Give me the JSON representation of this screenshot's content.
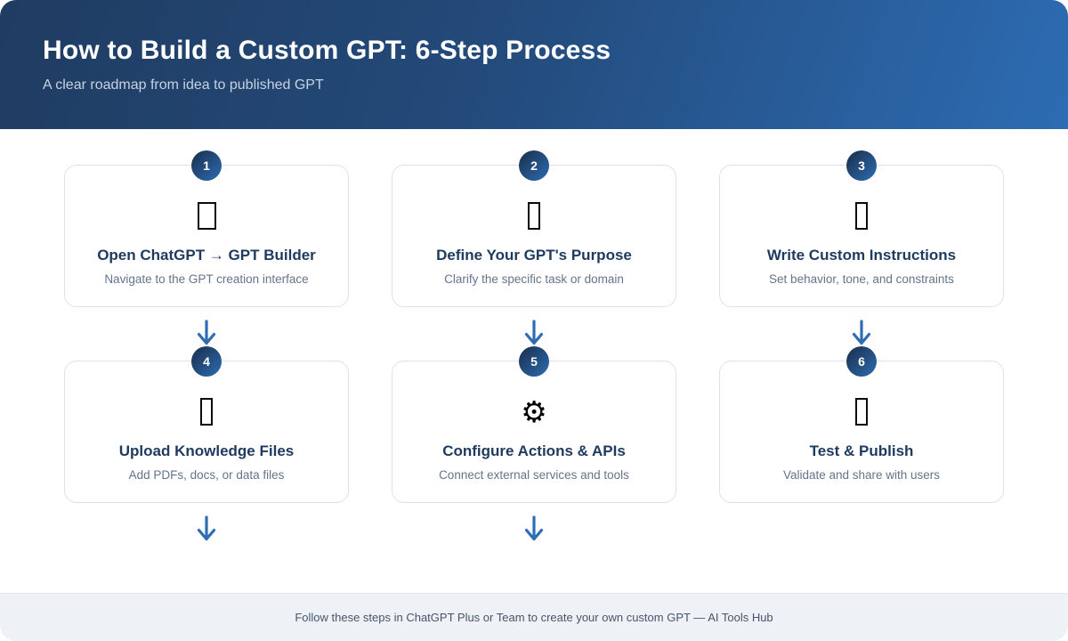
{
  "header": {
    "title": "How to Build a Custom GPT: 6-Step Process",
    "subtitle": "A clear roadmap from idea to published GPT"
  },
  "steps": [
    {
      "number": "1",
      "icon": "missing-glyph-wide",
      "title": "Open ChatGPT → GPT Builder",
      "description": "Navigate to the GPT creation interface"
    },
    {
      "number": "2",
      "icon": "missing-glyph",
      "title": "Define Your GPT's Purpose",
      "description": "Clarify the specific task or domain"
    },
    {
      "number": "3",
      "icon": "missing-glyph",
      "title": "Write Custom Instructions",
      "description": "Set behavior, tone, and constraints"
    },
    {
      "number": "4",
      "icon": "missing-glyph",
      "title": "Upload Knowledge Files",
      "description": "Add PDFs, docs, or data files"
    },
    {
      "number": "5",
      "icon": "gear",
      "glyph": "⚙",
      "title": "Configure Actions & APIs",
      "description": "Connect external services and tools"
    },
    {
      "number": "6",
      "icon": "missing-glyph",
      "title": "Test & Publish",
      "description": "Validate and share with users"
    }
  ],
  "footer": {
    "text": "Follow these steps in ChatGPT Plus or Team to create your own custom GPT — AI Tools Hub"
  },
  "colors": {
    "header_gradient_start": "#203c61",
    "header_gradient_end": "#2d6cb3",
    "arrow_blue": "#2e6db5",
    "badge_gradient_start": "#1d3a5e",
    "badge_gradient_end": "#2d6cb3",
    "card_border": "#dbe2ee",
    "card_title": "#1e3a5f",
    "card_description": "#64748b",
    "footer_background": "#eef2f7",
    "footer_text": "#475569"
  }
}
